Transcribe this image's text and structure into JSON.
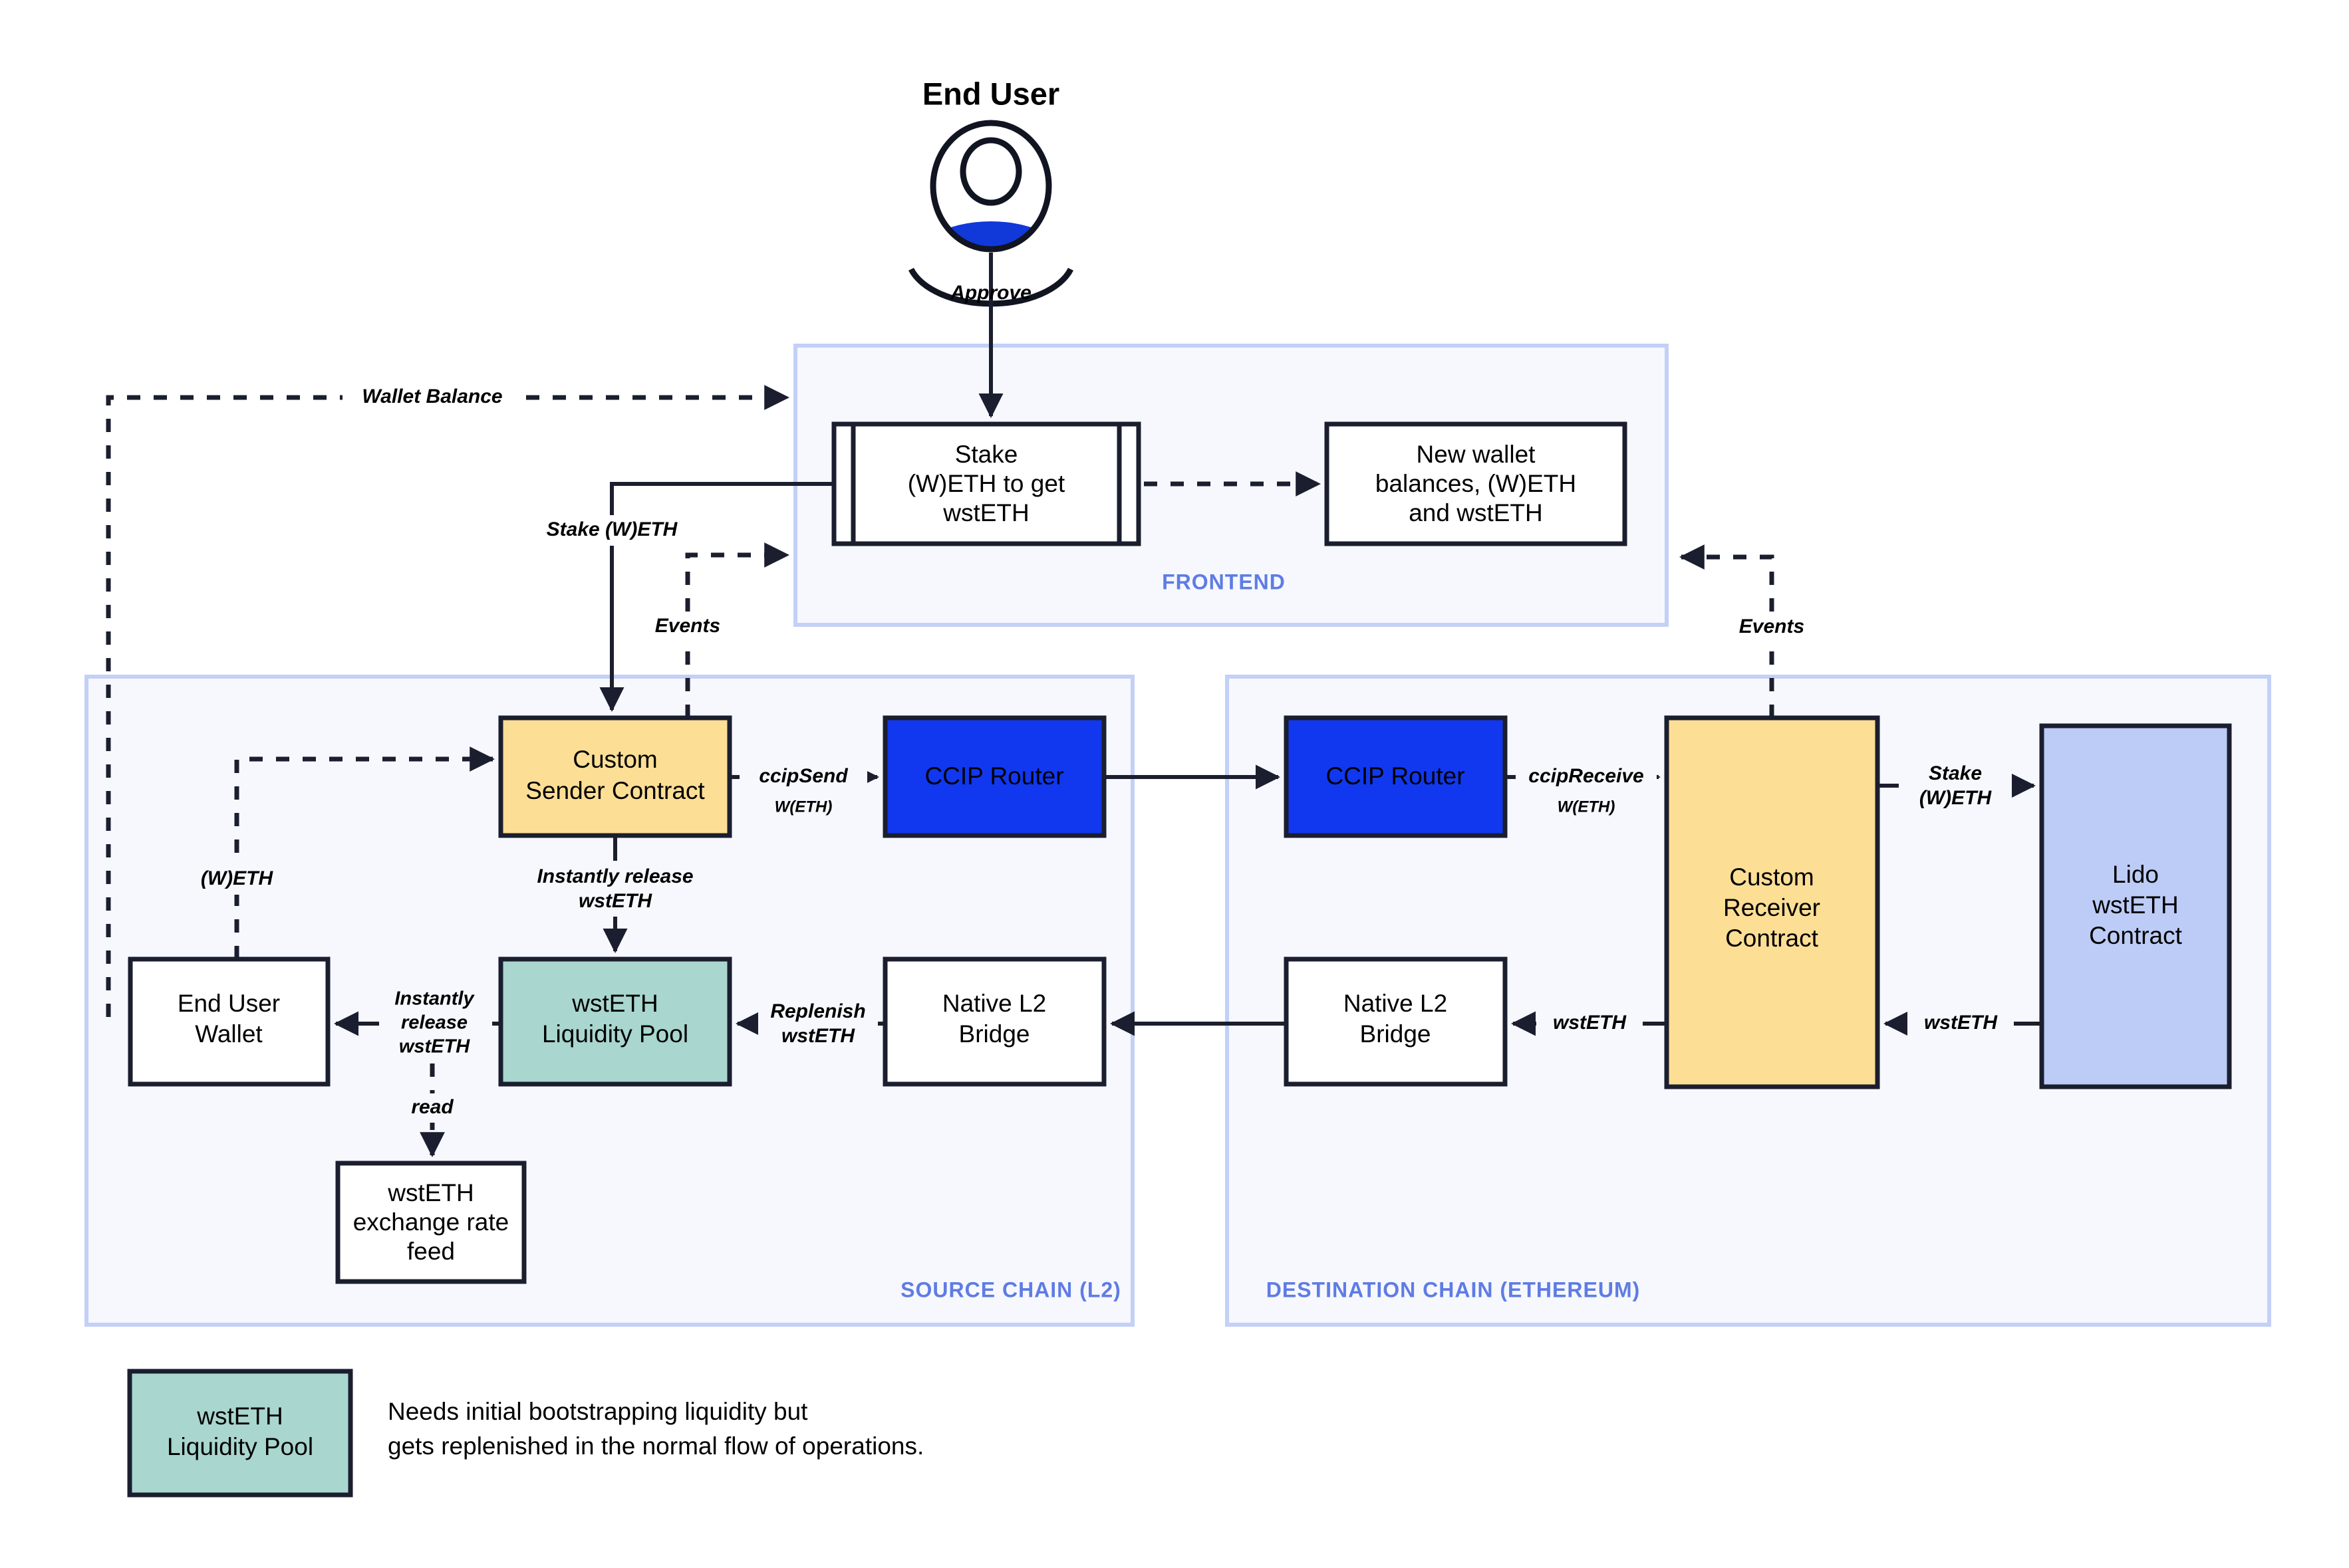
{
  "diagram": {
    "title_actor": "End User",
    "zones": [
      {
        "id": "frontend",
        "label": "FRONTEND"
      },
      {
        "id": "source",
        "label": "SOURCE CHAIN (L2)"
      },
      {
        "id": "destination",
        "label": "DESTINATION CHAIN (ETHEREUM)"
      }
    ],
    "nodes": [
      {
        "id": "stake-form",
        "lines": [
          "Stake",
          "(W)ETH to get",
          "wstETH"
        ],
        "shape": "subroutine",
        "fill": "#FFFFFF"
      },
      {
        "id": "new-balances",
        "lines": [
          "New wallet",
          "balances, (W)ETH",
          "and wstETH"
        ],
        "shape": "rect",
        "fill": "#FFFFFF"
      },
      {
        "id": "sender-contract",
        "lines": [
          "Custom",
          "Sender Contract"
        ],
        "shape": "rect",
        "fill": "#FCDE95"
      },
      {
        "id": "ccip-router-src",
        "lines": [
          "CCIP Router"
        ],
        "shape": "rect",
        "fill": "#1138EE"
      },
      {
        "id": "ccip-router-dst",
        "lines": [
          "CCIP Router"
        ],
        "shape": "rect",
        "fill": "#1138EE"
      },
      {
        "id": "receiver-contract",
        "lines": [
          "Custom",
          "Receiver",
          "Contract"
        ],
        "shape": "rect",
        "fill": "#FCDE95"
      },
      {
        "id": "lido-contract",
        "lines": [
          "Lido",
          "wstETH",
          "Contract"
        ],
        "shape": "rect",
        "fill": "#BDCCF6"
      },
      {
        "id": "liquidity-pool",
        "lines": [
          "wstETH",
          "Liquidity Pool"
        ],
        "shape": "rect",
        "fill": "#A9D6CF"
      },
      {
        "id": "bridge-src",
        "lines": [
          "Native L2",
          "Bridge"
        ],
        "shape": "rect",
        "fill": "#FFFFFF"
      },
      {
        "id": "bridge-dst",
        "lines": [
          "Native L2",
          "Bridge"
        ],
        "shape": "rect",
        "fill": "#FFFFFF"
      },
      {
        "id": "user-wallet",
        "lines": [
          "End User",
          "Wallet"
        ],
        "shape": "rect",
        "fill": "#FFFFFF"
      },
      {
        "id": "rate-feed",
        "lines": [
          "wstETH",
          "exchange rate",
          "feed"
        ],
        "shape": "rect",
        "fill": "#FFFFFF"
      }
    ],
    "edges": [
      {
        "id": "approve",
        "label": "Approve",
        "style": "solid",
        "from": "end-user",
        "to": "stake-form"
      },
      {
        "id": "wallet-balance",
        "label": "Wallet Balance",
        "style": "dashed",
        "from": "user-wallet",
        "to": "frontend"
      },
      {
        "id": "stake-weth",
        "label": "Stake (W)ETH",
        "style": "solid",
        "from": "stake-form",
        "to": "sender-contract"
      },
      {
        "id": "events-left",
        "label": "Events",
        "style": "dashed",
        "from": "sender-contract",
        "to": "frontend"
      },
      {
        "id": "events-right",
        "label": "Events",
        "style": "dashed",
        "from": "receiver-contract",
        "to": "frontend"
      },
      {
        "id": "new-balances-edge",
        "label": "",
        "style": "dashed",
        "from": "stake-form",
        "to": "new-balances"
      },
      {
        "id": "ccip-send",
        "label": "ccipSend",
        "sublabel": "W(ETH)",
        "style": "solid",
        "from": "sender-contract",
        "to": "ccip-router-src"
      },
      {
        "id": "router-to-router",
        "label": "",
        "style": "solid",
        "from": "ccip-router-src",
        "to": "ccip-router-dst"
      },
      {
        "id": "ccip-receive",
        "label": "ccipReceive",
        "sublabel": "W(ETH)",
        "style": "solid",
        "from": "ccip-router-dst",
        "to": "receiver-contract"
      },
      {
        "id": "stake-weth-lido",
        "label": "Stake\n(W)ETH",
        "style": "solid",
        "from": "receiver-contract",
        "to": "lido-contract"
      },
      {
        "id": "wsteth-from-lido",
        "label": "wstETH",
        "style": "solid",
        "from": "lido-contract",
        "to": "receiver-contract"
      },
      {
        "id": "wsteth-to-bridge",
        "label": "wstETH",
        "style": "solid",
        "from": "receiver-contract",
        "to": "bridge-dst"
      },
      {
        "id": "bridge-to-bridge",
        "label": "",
        "style": "solid",
        "from": "bridge-dst",
        "to": "bridge-src"
      },
      {
        "id": "replenish",
        "label": "Replenish\nwstETH",
        "style": "solid",
        "from": "bridge-src",
        "to": "liquidity-pool"
      },
      {
        "id": "instant-release",
        "label": "Instantly release\nwstETH",
        "style": "solid",
        "from": "sender-contract",
        "to": "liquidity-pool"
      },
      {
        "id": "release-to-wallet",
        "label": "Instantly\nrelease\nwstETH",
        "style": "solid",
        "from": "liquidity-pool",
        "to": "user-wallet"
      },
      {
        "id": "read-rate",
        "label": "read",
        "style": "dashed",
        "from": "liquidity-pool",
        "to": "rate-feed"
      },
      {
        "id": "weth-to-sender",
        "label": "(W)ETH",
        "style": "dashed",
        "from": "user-wallet",
        "to": "sender-contract"
      }
    ],
    "edge_labels": {
      "approve": "Approve",
      "wallet_balance": "Wallet Balance",
      "stake_weth": "Stake (W)ETH",
      "events_left": "Events",
      "events_right": "Events",
      "weth": "(W)ETH",
      "ccip_send": "ccipSend",
      "ccip_send_sub": "W(ETH)",
      "ccip_receive": "ccipReceive",
      "ccip_receive_sub": "W(ETH)",
      "stake_weth_lido_1": "Stake",
      "stake_weth_lido_2": "(W)ETH",
      "wsteth_lido": "wstETH",
      "wsteth_bridge": "wstETH",
      "replenish_1": "Replenish",
      "replenish_2": "wstETH",
      "instant_release_1": "Instantly release",
      "instant_release_2": "wstETH",
      "release_wallet_1": "Instantly",
      "release_wallet_2": "release",
      "release_wallet_3": "wstETH",
      "read": "read"
    },
    "legend": {
      "swatch_lines": [
        "wstETH",
        "Liquidity Pool"
      ],
      "note_lines": [
        "Needs initial bootstrapping liquidity but",
        "gets replenished in the normal flow of operations."
      ]
    },
    "colors": {
      "zone_fill": "#F6F8FE",
      "zone_stroke": "#C3D0F7",
      "zone_label": "#5F7CE4",
      "stroke_dark": "#1A1E2E",
      "amber": "#FCDE95",
      "teal": "#A9D6CF",
      "router_blue": "#1138EE",
      "periwinkle": "#BDCCF6",
      "avatar_blue": "#1138D8"
    }
  }
}
